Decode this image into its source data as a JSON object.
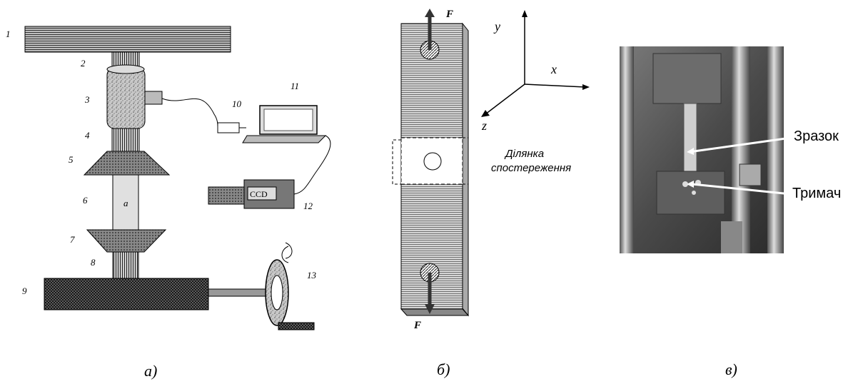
{
  "panel_a": {
    "numbers": [
      "1",
      "2",
      "3",
      "4",
      "5",
      "6",
      "7",
      "8",
      "9",
      "10",
      "11",
      "12",
      "13"
    ],
    "specimen_mark": "a",
    "camera_label": "CCD",
    "caption": "а)"
  },
  "panel_b": {
    "force_label": "F",
    "axis_y": "y",
    "axis_x": "x",
    "axis_z": "z",
    "region_line1": "Ділянка",
    "region_line2": "спостереження",
    "caption": "б)"
  },
  "panel_c": {
    "label_specimen": "Зразок",
    "label_holder": "Тримач",
    "caption": "в)"
  }
}
